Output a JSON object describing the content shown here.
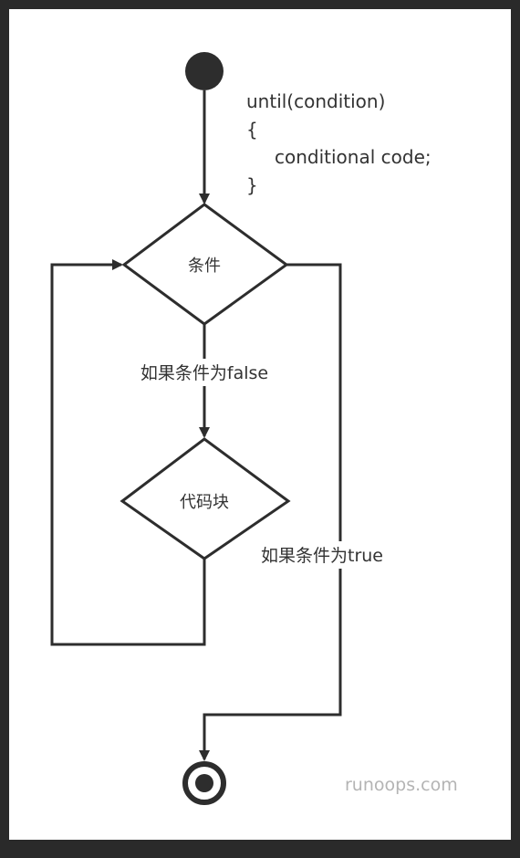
{
  "code": {
    "line1": "until(condition)",
    "line2": "{",
    "line3": "conditional code;",
    "line4": "}"
  },
  "nodes": {
    "condition": "条件",
    "code_block": "代码块"
  },
  "edges": {
    "false_label": "如果条件为false",
    "true_label": "如果条件为true"
  },
  "watermark": "runoops.com",
  "colors": {
    "stroke": "#2d2d2d",
    "text": "#333333",
    "watermark": "#b4b4b4",
    "background": "#ffffff",
    "outer": "#2a2a2a"
  }
}
